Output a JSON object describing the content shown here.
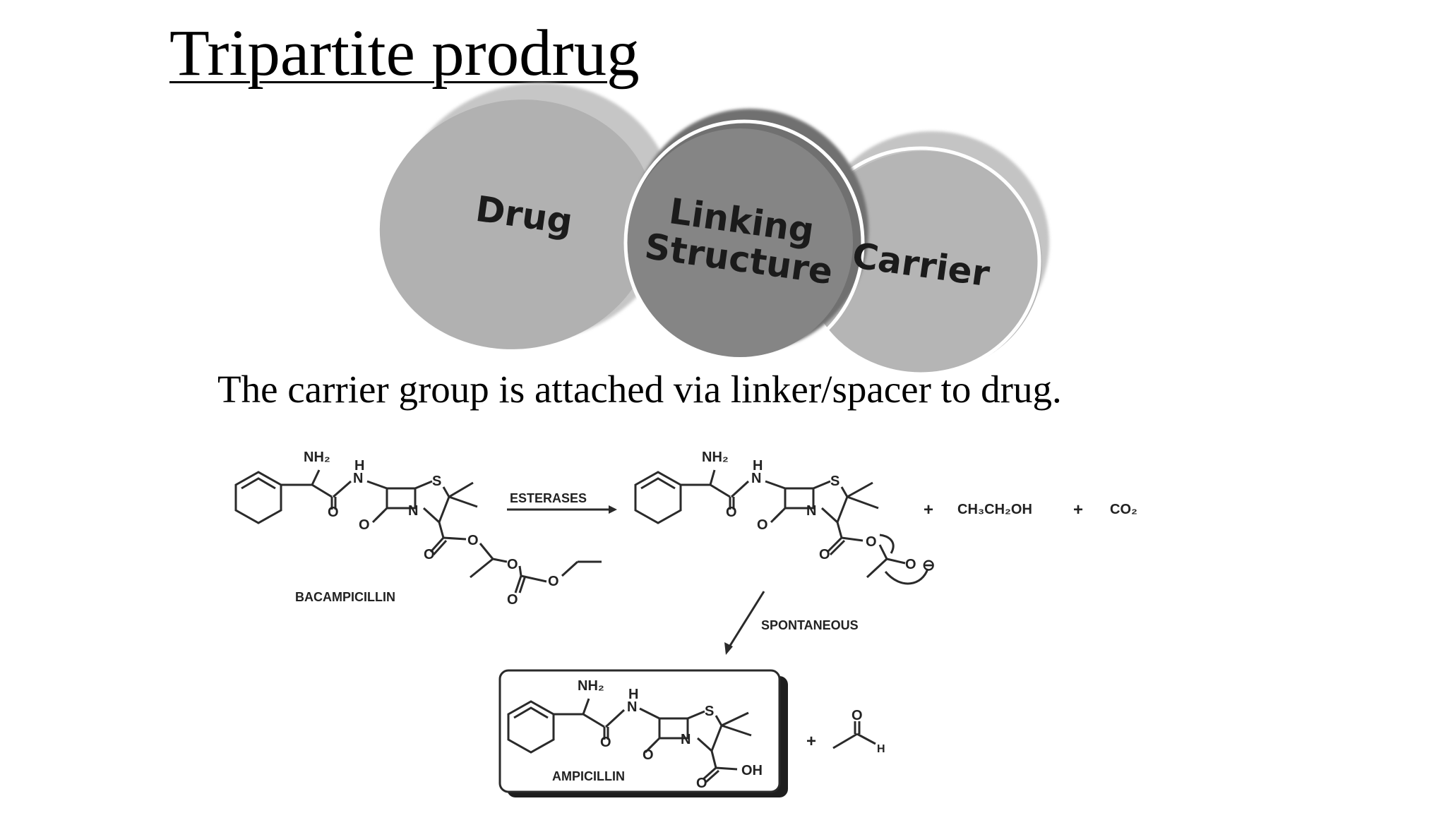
{
  "title": "Tripartite prodrug",
  "venn": {
    "drug": "Drug",
    "linking_1": "Linking",
    "linking_2": "Structure",
    "carrier": "Carrier"
  },
  "caption": "The carrier group is attached via linker/spacer to drug.",
  "scheme": {
    "nh2": "NH₂",
    "h": "H",
    "n": "N",
    "s": "S",
    "o": "O",
    "oh": "OH",
    "esterases": "ESTERASES",
    "spontaneous": "SPONTANEOUS",
    "bacampicillin": "BACAMPICILLIN",
    "ampicillin": "AMPICILLIN",
    "plus": "+",
    "ethanol": "CH₃CH₂OH",
    "co2": "CO₂",
    "minus": "⊖"
  },
  "colors": {
    "drug_circle": "#b1b1b1",
    "linker_circle": "#858585",
    "carrier_circle": "#b5b5b5"
  }
}
